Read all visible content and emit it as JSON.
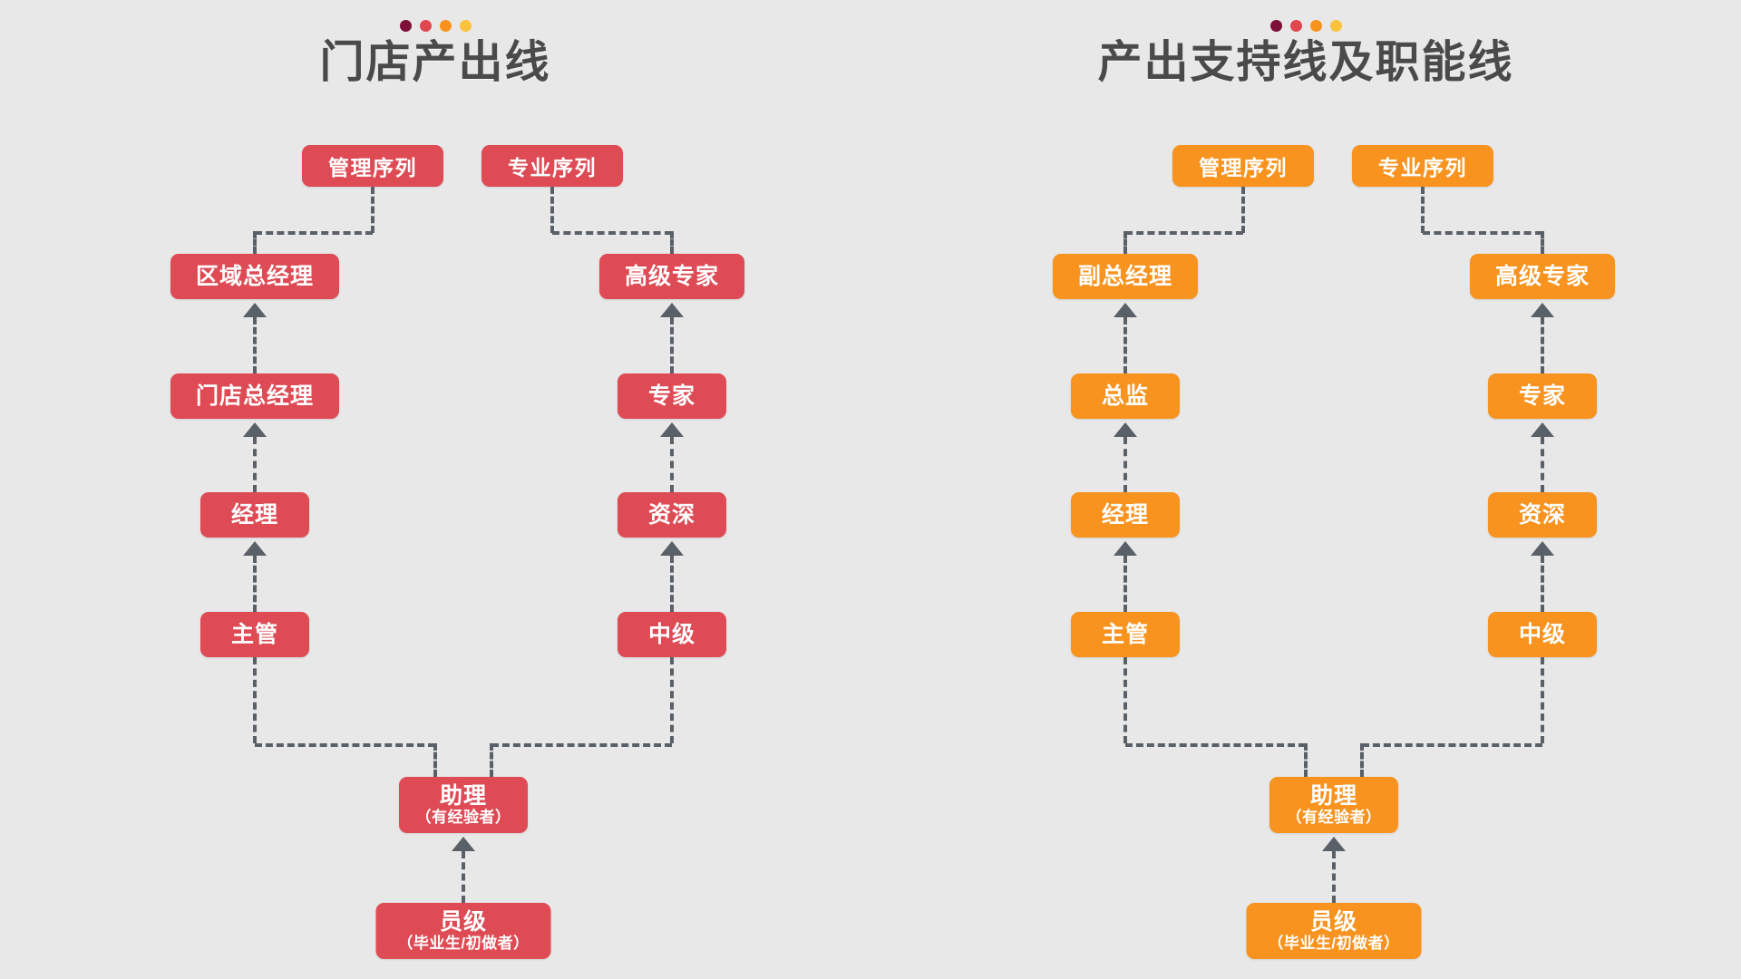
{
  "background_color": "#e8e8e8",
  "dot_colors": [
    "#7d1038",
    "#e0474f",
    "#f7931e",
    "#fbc23c"
  ],
  "panels": [
    {
      "id": "store-output-line",
      "title": "门店产出线",
      "accent_color": "#de4b55",
      "badges": [
        {
          "name": "management-track",
          "label": "管理序列"
        },
        {
          "name": "professional-track",
          "label": "专业序列"
        }
      ],
      "management_column": [
        {
          "main": "区域总经理",
          "sub": ""
        },
        {
          "main": "门店总经理",
          "sub": ""
        },
        {
          "main": "经理",
          "sub": ""
        },
        {
          "main": "主管",
          "sub": ""
        }
      ],
      "professional_column": [
        {
          "main": "高级专家",
          "sub": ""
        },
        {
          "main": "专家",
          "sub": ""
        },
        {
          "main": "资深",
          "sub": ""
        },
        {
          "main": "中级",
          "sub": ""
        }
      ],
      "shared_column": [
        {
          "main": "助理",
          "sub": "（有经验者）"
        },
        {
          "main": "员级",
          "sub": "（毕业生/初做者）"
        }
      ]
    },
    {
      "id": "output-support-and-function-line",
      "title": "产出支持线及职能线",
      "accent_color": "#f7931e",
      "badges": [
        {
          "name": "management-track",
          "label": "管理序列"
        },
        {
          "name": "professional-track",
          "label": "专业序列"
        }
      ],
      "management_column": [
        {
          "main": "副总经理",
          "sub": ""
        },
        {
          "main": "总监",
          "sub": ""
        },
        {
          "main": "经理",
          "sub": ""
        },
        {
          "main": "主管",
          "sub": ""
        }
      ],
      "professional_column": [
        {
          "main": "高级专家",
          "sub": ""
        },
        {
          "main": "专家",
          "sub": ""
        },
        {
          "main": "资深",
          "sub": ""
        },
        {
          "main": "中级",
          "sub": ""
        }
      ],
      "shared_column": [
        {
          "main": "助理",
          "sub": "（有经验者）"
        },
        {
          "main": "员级",
          "sub": "（毕业生/初做者）"
        }
      ]
    }
  ],
  "connector_color": "#5a6068",
  "title_color": "#4a4a4a"
}
